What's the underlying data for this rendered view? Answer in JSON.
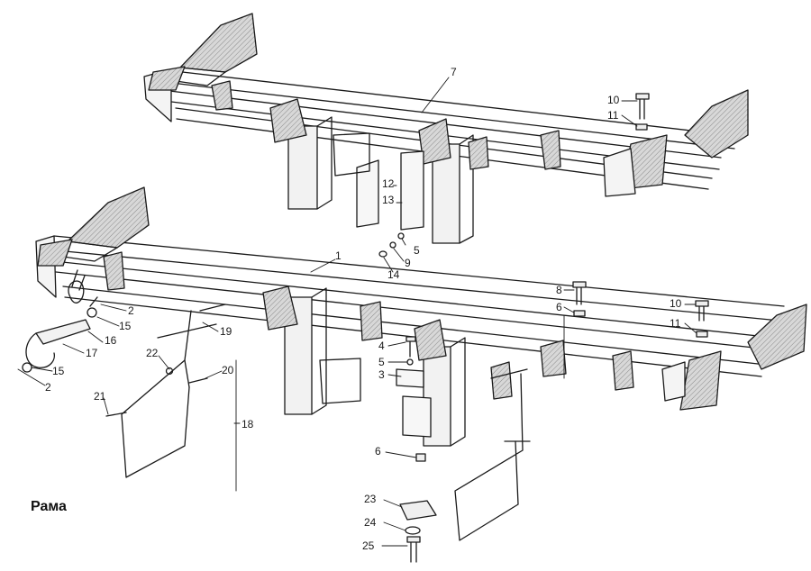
{
  "title": "Рама",
  "callouts": [
    {
      "id": "c7",
      "text": "7"
    },
    {
      "id": "c10a",
      "text": "10"
    },
    {
      "id": "c11a",
      "text": "11"
    },
    {
      "id": "c12",
      "text": "12"
    },
    {
      "id": "c13",
      "text": "13"
    },
    {
      "id": "c5a",
      "text": "5"
    },
    {
      "id": "c9",
      "text": "9"
    },
    {
      "id": "c14",
      "text": "14"
    },
    {
      "id": "c1",
      "text": "1"
    },
    {
      "id": "c8",
      "text": "8"
    },
    {
      "id": "c6a",
      "text": "6"
    },
    {
      "id": "c10b",
      "text": "10"
    },
    {
      "id": "c11b",
      "text": "11"
    },
    {
      "id": "c2a",
      "text": "2"
    },
    {
      "id": "c15a",
      "text": "15"
    },
    {
      "id": "c16",
      "text": "16"
    },
    {
      "id": "c17",
      "text": "17"
    },
    {
      "id": "c15b",
      "text": "15"
    },
    {
      "id": "c2b",
      "text": "2"
    },
    {
      "id": "c19",
      "text": "19"
    },
    {
      "id": "c22",
      "text": "22"
    },
    {
      "id": "c20",
      "text": "20"
    },
    {
      "id": "c21",
      "text": "21"
    },
    {
      "id": "c18",
      "text": "18"
    },
    {
      "id": "c4",
      "text": "4"
    },
    {
      "id": "c5b",
      "text": "5"
    },
    {
      "id": "c3",
      "text": "3"
    },
    {
      "id": "c6b",
      "text": "6"
    },
    {
      "id": "c23",
      "text": "23"
    },
    {
      "id": "c24",
      "text": "24"
    },
    {
      "id": "c25",
      "text": "25"
    }
  ]
}
